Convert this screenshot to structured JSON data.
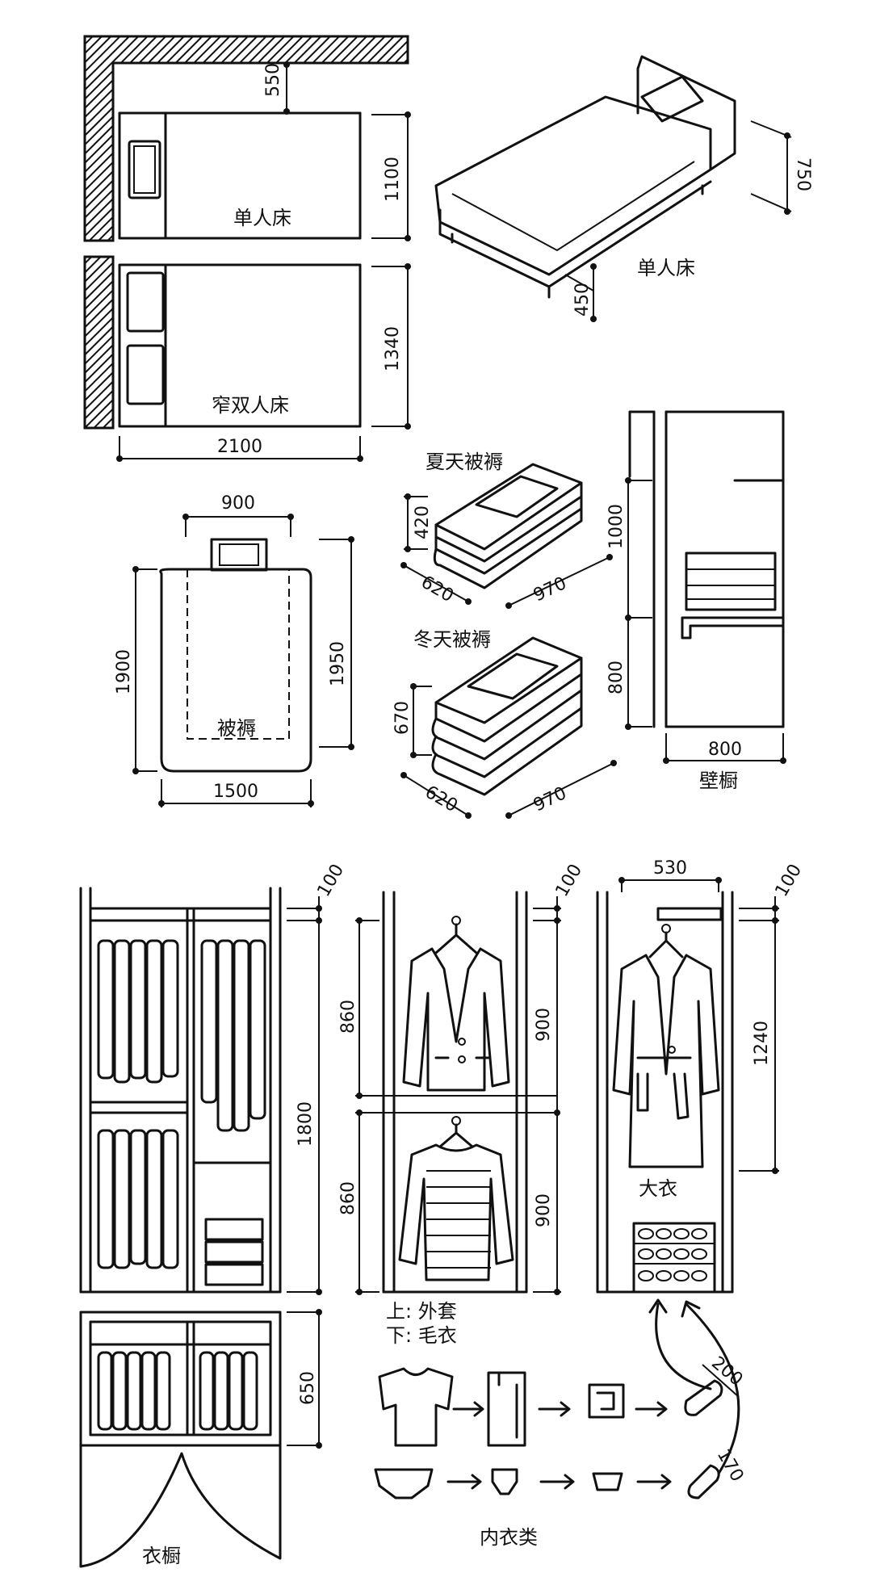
{
  "labels": {
    "single_bed": "单人床",
    "narrow_double_bed": "窄双人床",
    "single_bed_iso": "单人床",
    "quilt": "被褥",
    "summer_quilt": "夏天被褥",
    "winter_quilt": "冬天被褥",
    "closet": "壁橱",
    "overcoat": "大衣",
    "upper_note": "上: 外套",
    "lower_note": "下: 毛衣",
    "underwear": "内衣类",
    "wardrobe": "衣橱"
  },
  "dimensions": {
    "wall_gap": "550",
    "single_bed_width": "1100",
    "double_bed_width": "1340",
    "bed_length": "2100",
    "bed_height": "750",
    "bed_mattress_height": "450",
    "quilt_top_width": "900",
    "quilt_length": "1900",
    "quilt_outer_length": "1950",
    "quilt_width": "1500",
    "summer_height": "420",
    "summer_depth": "620",
    "summer_length": "970",
    "winter_height": "670",
    "winter_depth": "620",
    "winter_length": "970",
    "closet_upper": "1000",
    "closet_lower": "800",
    "closet_width": "800",
    "wardrobe_top": "100",
    "wardrobe_height": "1800",
    "wardrobe_drawer": "650",
    "jacket_top": "100",
    "jacket_left_upper": "860",
    "jacket_left_lower": "860",
    "jacket_right_upper": "900",
    "jacket_right_lower": "900",
    "coat_width": "530",
    "coat_top": "100",
    "coat_height": "1240",
    "roll_large": "200",
    "roll_small": "170"
  }
}
